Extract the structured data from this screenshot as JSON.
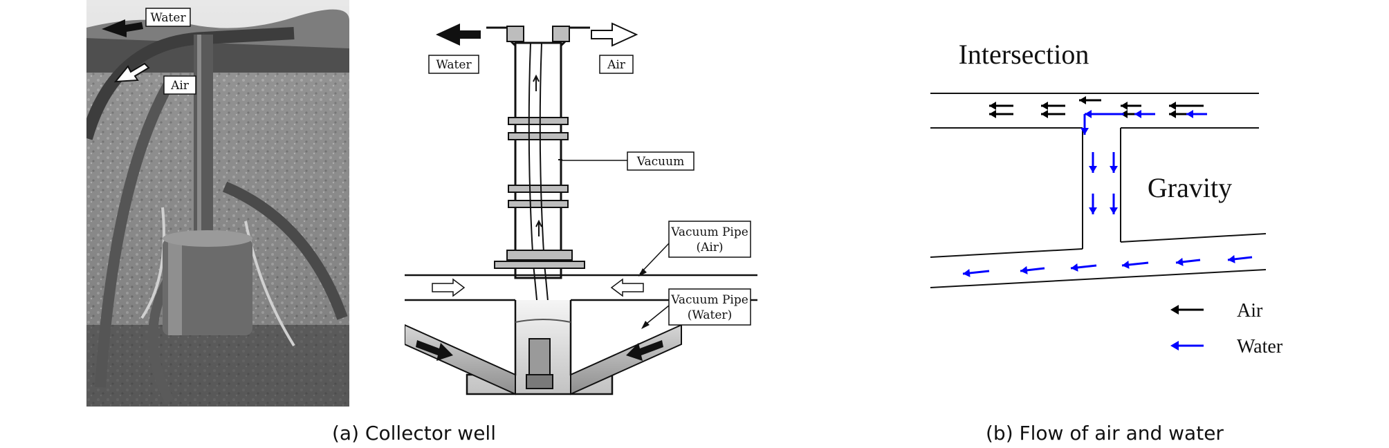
{
  "photo": {
    "labels": {
      "water": "Water",
      "air": "Air"
    }
  },
  "well_diagram": {
    "labels": {
      "water": "Water",
      "air": "Air",
      "vacuum": "Vacuum",
      "vacuum_pipe_air_1": "Vacuum Pipe",
      "vacuum_pipe_air_2": "(Air)",
      "vacuum_pipe_water_1": "Vacuum Pipe",
      "vacuum_pipe_water_2": "(Water)"
    }
  },
  "flow_diagram": {
    "title": "Intersection",
    "center_label": "Gravity",
    "legend": [
      {
        "label": "Air",
        "color": "#000000"
      },
      {
        "label": "Water",
        "color": "#0000ff"
      }
    ]
  },
  "captions": {
    "a": "(a) Collector well",
    "b": "(b) Flow of air and water"
  },
  "colors": {
    "air": "#000000",
    "water": "#0000ff"
  }
}
